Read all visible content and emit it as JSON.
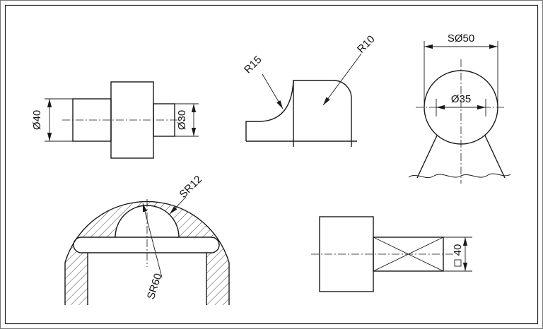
{
  "drawing": {
    "background": "#ffffff",
    "line_color": "#1a1a1a",
    "frame_color": "#222222",
    "figures": {
      "stepped_shaft": {
        "left_diameter": "Ø40",
        "right_diameter": "Ø30"
      },
      "fillet_profile": {
        "left_radius": "R15",
        "right_radius": "R10"
      },
      "sphere": {
        "sphere_diameter": "SØ50",
        "circle_diameter": "Ø35"
      },
      "ball_socket_section": {
        "ball_radius": "SR12",
        "socket_radius": "SR60"
      },
      "square_end_shaft": {
        "side_length": "40"
      }
    }
  }
}
